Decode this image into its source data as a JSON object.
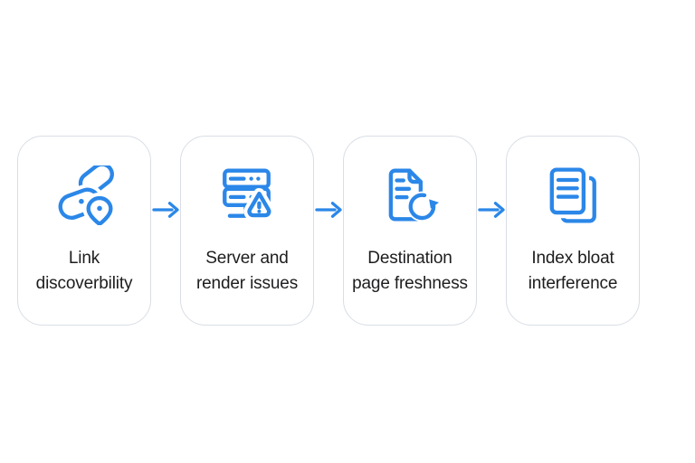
{
  "diagram": {
    "steps": [
      {
        "line1": "Link",
        "line2": "discoverbility",
        "icon": "link-location-icon"
      },
      {
        "line1": "Server and",
        "line2": "render issues",
        "icon": "server-warning-icon"
      },
      {
        "line1": "Destination",
        "line2": "page freshness",
        "icon": "document-refresh-icon"
      },
      {
        "line1": "Index bloat",
        "line2": "interference",
        "icon": "documents-stack-icon"
      }
    ],
    "connector": "arrow-right",
    "colors": {
      "accent_blue": "#2B87E8",
      "card_border": "#D9DEE5",
      "text": "#1D1D1F",
      "background": "#FFFFFF"
    }
  }
}
